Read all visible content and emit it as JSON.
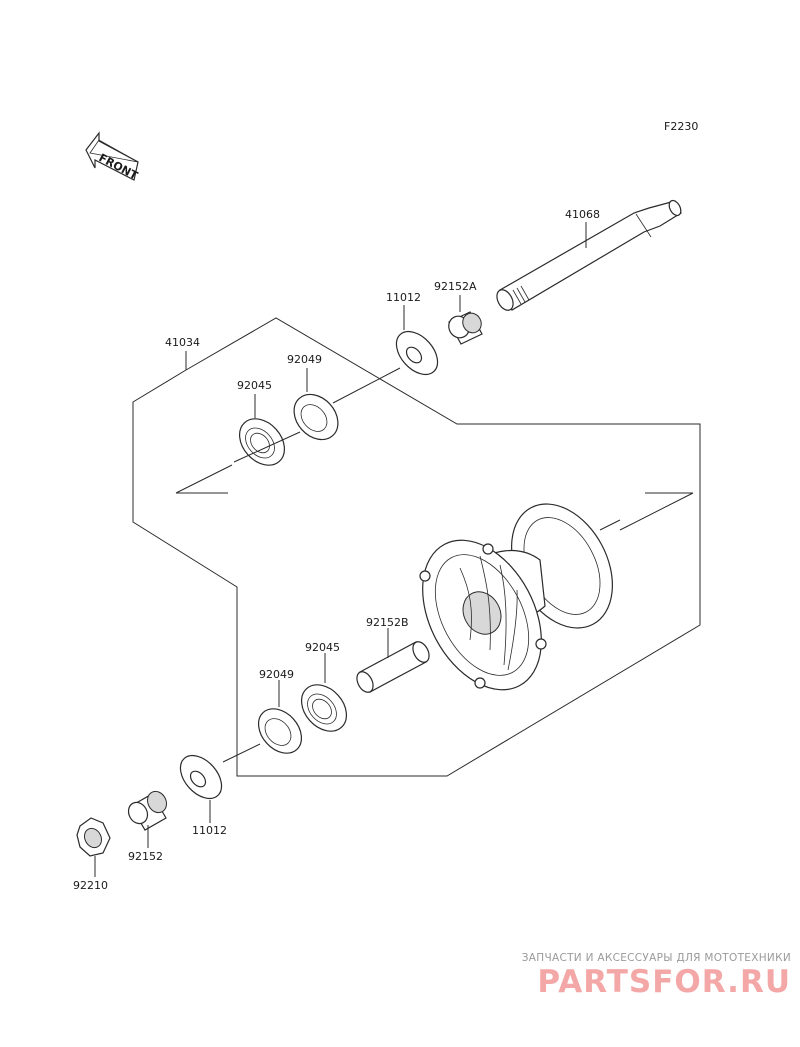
{
  "diagram": {
    "figure_code": "F2230",
    "front_label": "FRONT",
    "callouts": {
      "axle": "41068",
      "collar_a": "92152A",
      "seal_top": "11012",
      "wheel_assy": "41034",
      "oil_seal_top": "92049",
      "bearing_top": "92045",
      "spacer_b": "92152B",
      "bearing_bottom": "92045",
      "oil_seal_bottom": "92049",
      "seal_bottom": "11012",
      "collar": "92152",
      "nut": "92210"
    }
  },
  "watermark": {
    "tagline": "ЗАПЧАСТИ И АКСЕССУАРЫ ДЛЯ МОТОТЕХНИКИ",
    "logo": "PARTSFOR.RU"
  }
}
